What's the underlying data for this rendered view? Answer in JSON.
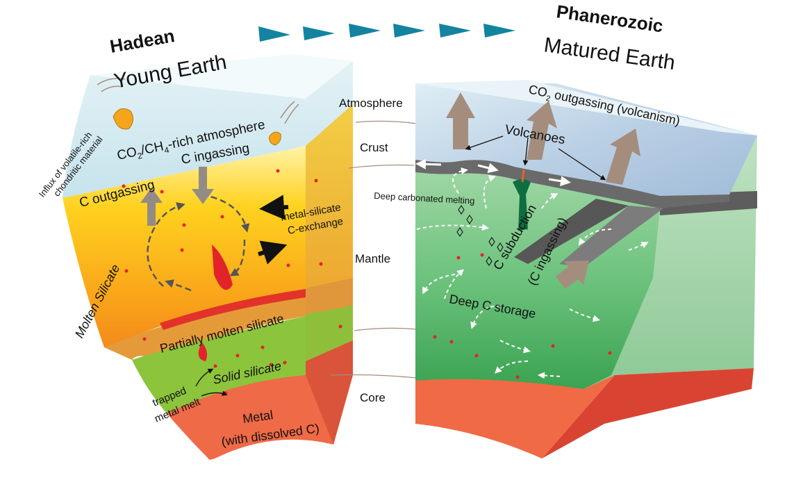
{
  "left_panel": {
    "eon": "Hadean",
    "subtitle": "Young Earth",
    "influx_line1": "Influx of volatile-rich",
    "influx_line2": "chondritic material",
    "atmosphere_prefix": "CO",
    "atmosphere_sub1": "2",
    "atmosphere_mid": "/CH",
    "atmosphere_sub2": "4",
    "atmosphere_suffix": "-rich atmosphere",
    "c_outgassing": "C outgassing",
    "c_ingassing": "C ingassing",
    "metal_silicate_line1": "metal-silicate",
    "metal_silicate_line2": "C-exchange",
    "molten_silicate": "Molten Silicate",
    "partially_molten": "Partially molten silicate",
    "solid_silicate": "Solid silicate",
    "trapped_line1": "trapped",
    "trapped_line2": "metal melt",
    "metal_line1": "Metal",
    "metal_line2": "(with dissolved C)"
  },
  "layers": {
    "atmosphere": "Atmosphere",
    "crust": "Crust",
    "mantle": "Mantle",
    "core": "Core"
  },
  "right_panel": {
    "eon": "Phanerozoic",
    "subtitle": "Matured Earth",
    "outgassing_prefix": "CO",
    "outgassing_sub": "2",
    "outgassing_suffix": " outgassing (volcanism)",
    "volcanoes": "Volcanoes",
    "deep_melting": "Deep carbonated melting",
    "c_subduction": "C subduction",
    "c_ingassing": "(C ingassing)",
    "deep_storage": "Deep C storage"
  },
  "colors": {
    "arrow_teal": "#13839f",
    "sky": "#cfe7ee",
    "molten": "#f7a21b",
    "green_mantle": "#5cb86e",
    "core": "#e55a3c",
    "uplift_arrow": "#a48d7d",
    "melt_red": "#e02020"
  }
}
